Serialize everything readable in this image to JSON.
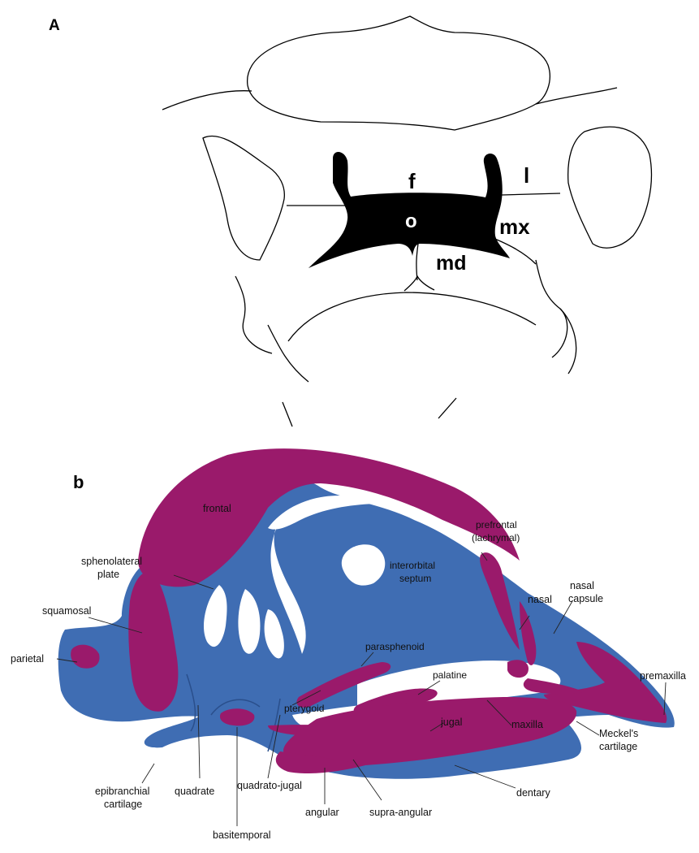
{
  "panel_a": {
    "letter": "A",
    "labels": {
      "f": "f",
      "l": "l",
      "o": "o",
      "mx": "mx",
      "md": "md"
    }
  },
  "panel_b": {
    "letter": "b",
    "labels": {
      "frontal": "frontal",
      "prefrontal": "prefrontal",
      "lachrymal": "(lachrymal)",
      "interorbital_1": "interorbital",
      "interorbital_2": "septum",
      "sphenolateral_1": "sphenolateral",
      "sphenolateral_2": "plate",
      "nasal": "nasal",
      "nasal_capsule_1": "nasal",
      "nasal_capsule_2": "capsule",
      "squamosal": "squamosal",
      "parasphenoid": "parasphenoid",
      "palatine": "palatine",
      "premaxilla": "premaxilla",
      "parietal": "parietal",
      "pterygoid": "pterygoid",
      "jugal": "jugal",
      "maxilla": "maxilla",
      "meckels_1": "Meckel's",
      "meckels_2": "cartilage",
      "epibranchial_1": "epibranchial",
      "epibranchial_2": "cartilage",
      "quadrate": "quadrate",
      "quadrato_jugal": "quadrato-jugal",
      "dentary": "dentary",
      "angular": "angular",
      "supra_angular": "supra-angular",
      "basitemporal": "basitemporal"
    },
    "colors": {
      "cartilage_blue": "#3f6db3",
      "bone_magenta": "#9a1a6b"
    }
  }
}
